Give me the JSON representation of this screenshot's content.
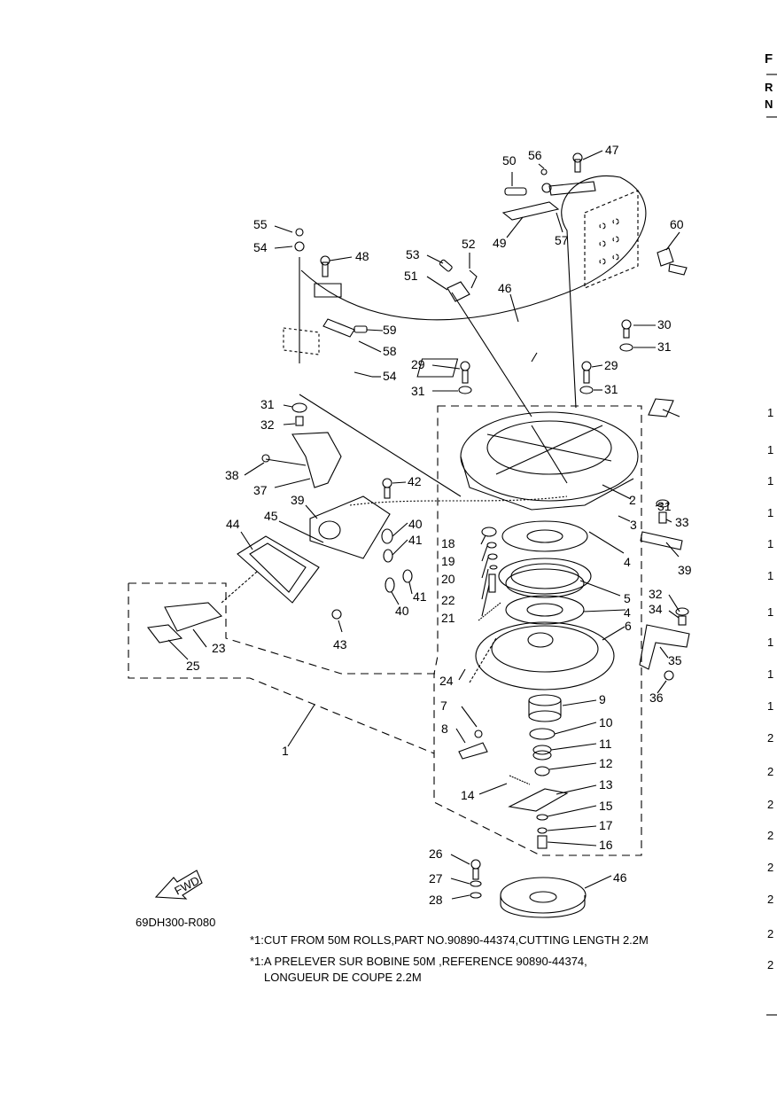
{
  "figure_code": "69DH300-R080",
  "fwd_label": "FWD",
  "notes": [
    "*1:CUT FROM 50M ROLLS,PART NO.90890-44374,CUTTING LENGTH 2.2M",
    "*1:A PRELEVER SUR BOBINE 50M ,REFERENCE 90890-44374,",
    "LONGUEUR DE COUPE 2.2M"
  ],
  "edge_text": [
    "F",
    "R",
    "N"
  ],
  "edge_numbers": [
    "1",
    "1",
    "1",
    "1",
    "1",
    "1",
    "1",
    "1",
    "1",
    "1",
    "2",
    "2",
    "2",
    "2",
    "2",
    "2",
    "2",
    "2"
  ],
  "callouts": [
    "1",
    "2",
    "3",
    "4",
    "4",
    "5",
    "6",
    "7",
    "8",
    "9",
    "10",
    "11",
    "12",
    "13",
    "14",
    "15",
    "16",
    "17",
    "18",
    "19",
    "20",
    "21",
    "22",
    "23",
    "24",
    "25",
    "26",
    "27",
    "28",
    "29",
    "29",
    "30",
    "31",
    "31",
    "31",
    "31",
    "31",
    "32",
    "32",
    "33",
    "34",
    "35",
    "36",
    "37",
    "38",
    "39",
    "39",
    "40",
    "40",
    "41",
    "41",
    "42",
    "43",
    "44",
    "45",
    "46",
    "46",
    "47",
    "48",
    "49",
    "50",
    "51",
    "52",
    "53",
    "54",
    "54",
    "55",
    "56",
    "57",
    "58",
    "59",
    "60"
  ]
}
